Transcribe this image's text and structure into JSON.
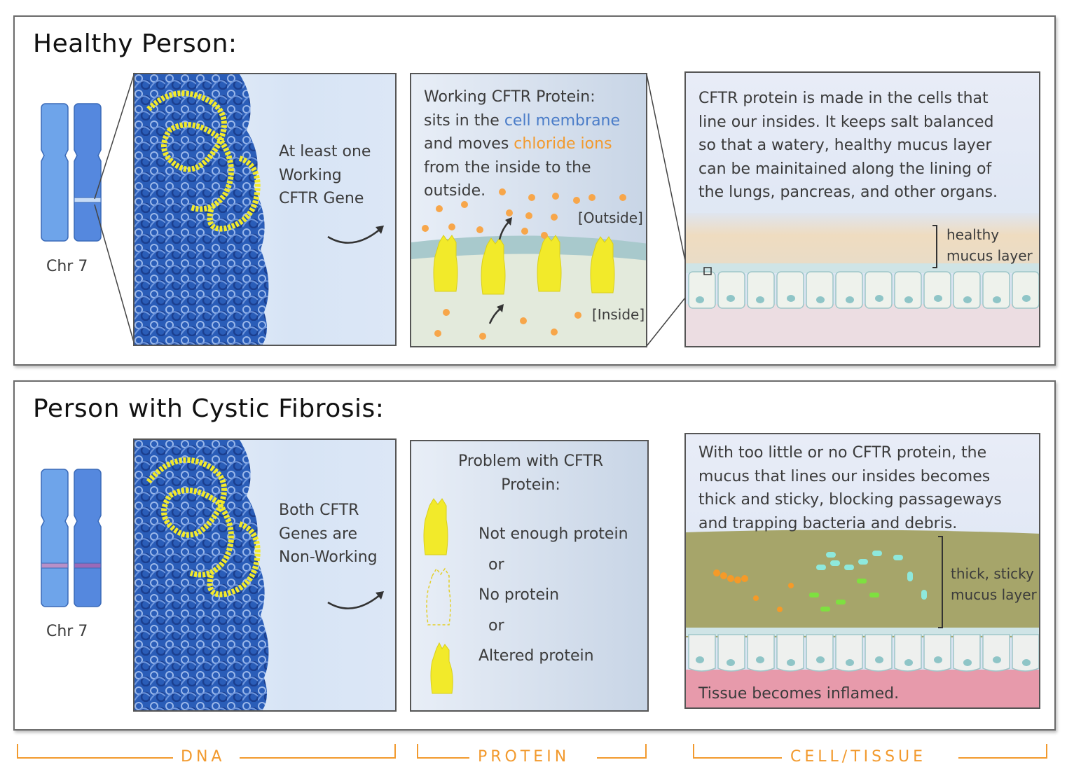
{
  "healthy": {
    "heading": "Healthy Person:",
    "chr_label": "Chr 7",
    "dna_text": [
      "At least one",
      "Working",
      "CFTR Gene"
    ],
    "protein_text": {
      "line1": "Working CFTR Protein:",
      "line2_a": "sits in the ",
      "line2_b": "cell membrane",
      "line3_a": "and moves ",
      "line3_b": "chloride ions",
      "line4": "from the inside to the",
      "line5": "outside.",
      "outside_label": "[Outside]",
      "inside_label": "[Inside]"
    },
    "cell_text": [
      "CFTR protein is made in the cells that",
      "line our insides. It keeps salt balanced",
      "so that a watery, healthy mucus layer",
      "can be mainitained along the lining of",
      "the lungs, pancreas, and other organs."
    ],
    "mucus_label": [
      "healthy",
      "mucus layer"
    ]
  },
  "cf": {
    "heading": "Person with Cystic Fibrosis:",
    "chr_label": "Chr 7",
    "dna_text": [
      "Both CFTR",
      "Genes are",
      "Non-Working"
    ],
    "protein_title": [
      "Problem with CFTR",
      "Protein:"
    ],
    "protein_items": [
      "Not enough protein",
      "or",
      "No protein",
      "or",
      "Altered protein"
    ],
    "cell_text": [
      "With too little or no CFTR protein, the",
      "mucus that lines our insides becomes",
      "thick and sticky, blocking passageways",
      "and trapping bacteria and debris."
    ],
    "mucus_label": [
      "thick, sticky",
      "mucus layer"
    ],
    "tissue_label": "Tissue becomes inflamed."
  },
  "categories": [
    "DNA",
    "PROTEIN",
    "CELL/TISSUE"
  ],
  "colors": {
    "accent_orange": "#f29a2e",
    "membrane_blue": "#4a7cc8",
    "protein_yellow": "#f2ea2a",
    "chromosome_blue": "#5b92e0",
    "tissue_pink": "#e79aab",
    "mucus_olive": "#a6a56a"
  }
}
